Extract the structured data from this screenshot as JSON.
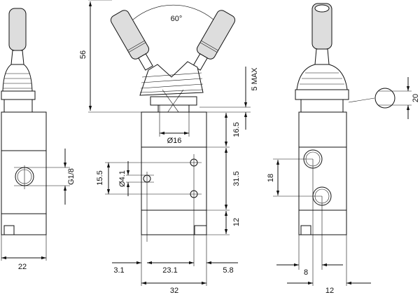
{
  "title": "Joystick valve dimensional drawing",
  "dimensions": {
    "angle": "60°",
    "height": "56",
    "stroke": "5 MAX",
    "boss_diameter": "Ø16",
    "top_section": "16.5",
    "middle_section": "31.5",
    "bottom_section": "12",
    "hole_spacing_front": "15.5",
    "hole_diameter": "Ø4.1",
    "port_thread": "G1/8",
    "port_spacing_side": "18",
    "side_detail": "20",
    "width_left": "22",
    "offset_left": "3.1",
    "hole_pitch": "23.1",
    "offset_right": "5.8",
    "width_front": "32",
    "side_offset": "8",
    "width_side": "12"
  }
}
